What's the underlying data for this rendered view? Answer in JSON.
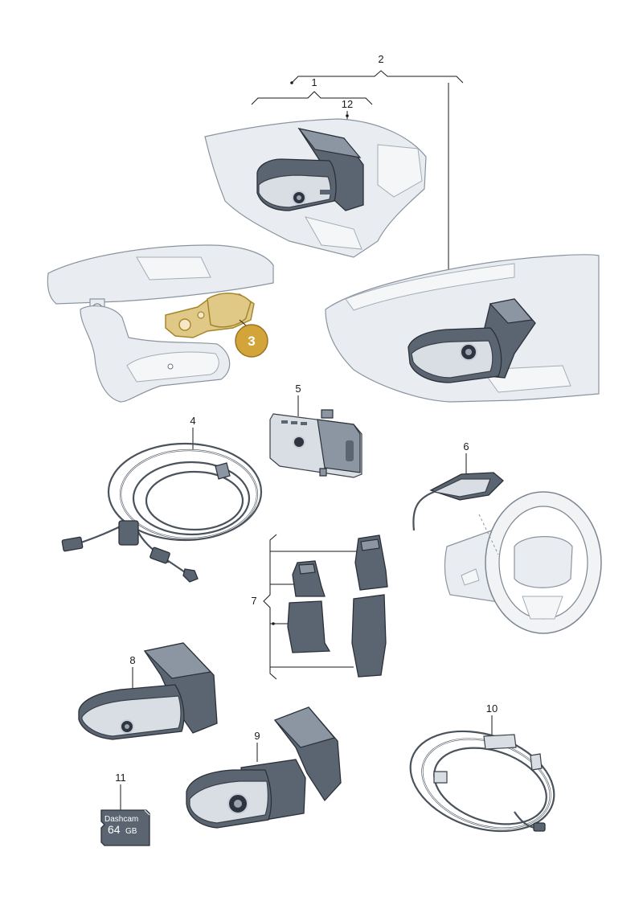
{
  "callouts": {
    "c1": "1",
    "c2": "2",
    "c3": "3",
    "c4": "4",
    "c5": "5",
    "c6": "6",
    "c7": "7",
    "c8": "8",
    "c9": "9",
    "c10": "10",
    "c11": "11",
    "c12": "12"
  },
  "sd_card": {
    "brand": "Dashcam",
    "capacity": "64",
    "unit": "GB"
  },
  "colors": {
    "highlight": "#e0c987",
    "badge": "#d3a43a",
    "part": "#5b6571"
  }
}
